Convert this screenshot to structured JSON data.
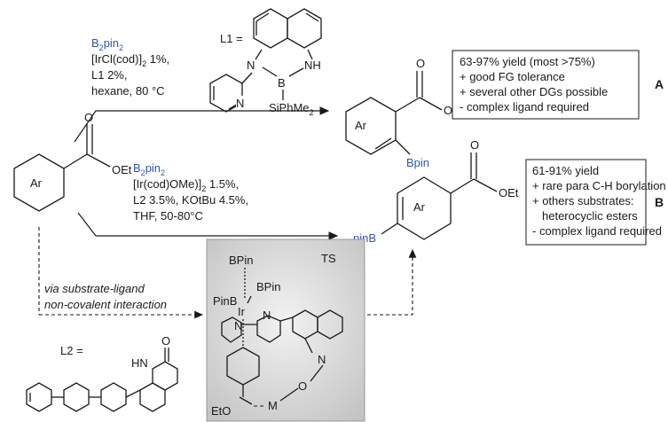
{
  "reaction_a": {
    "conditions": [
      "B",
      "[IrCl(cod)]",
      " 1%,",
      "L1 2%,",
      "hexane, 80 °C"
    ],
    "l1_label": "L1 =",
    "l1_atoms": {
      "n_left": "N",
      "b": "B",
      "nh": "NH",
      "n_py": "N",
      "si": "SiPhMe"
    },
    "product": {
      "ar": "Ar",
      "o": "O",
      "oet": "OEt",
      "bpin": "Bpin"
    },
    "summary": [
      "63-97% yield (most >75%)",
      "+ good FG tolerance",
      "+ several other DGs possible",
      "- complex ligand required"
    ],
    "letter": "A"
  },
  "starting_material": {
    "ar": "Ar",
    "o": "O",
    "oet": "OEt"
  },
  "reaction_b": {
    "conditions": [
      "B",
      "[Ir(cod)OMe)]",
      " 1.5%,",
      "L2 3.5%, KOtBu 4.5%,",
      "THF, 50-80°C"
    ],
    "product": {
      "ar": "Ar",
      "o": "O",
      "oet": "OEt",
      "pinb": "pinB"
    },
    "summary": [
      "61-91% yield",
      "+ rare para C-H borylation",
      "+ others substrates:",
      "heterocyclic esters",
      "- complex ligand required"
    ],
    "letter": "B"
  },
  "via": [
    "via substrate-ligand",
    "non-covalent interaction"
  ],
  "ts": {
    "label": "TS",
    "bpin_top": "BPin",
    "pinb_left": "PinB",
    "bpin_right": "BPin",
    "ir": "Ir",
    "n1": "N",
    "n2": "N",
    "n3": "N",
    "eto": "EtO",
    "m": "M",
    "o": "O"
  },
  "l2": {
    "label": "L2 =",
    "o": "O",
    "hn": "HN"
  },
  "sub_2": "2",
  "colors": {
    "boron_blue": "#2d55b5",
    "ts_bg_center": "#f2f2f2",
    "ts_bg_edge": "#c8c8c8"
  }
}
